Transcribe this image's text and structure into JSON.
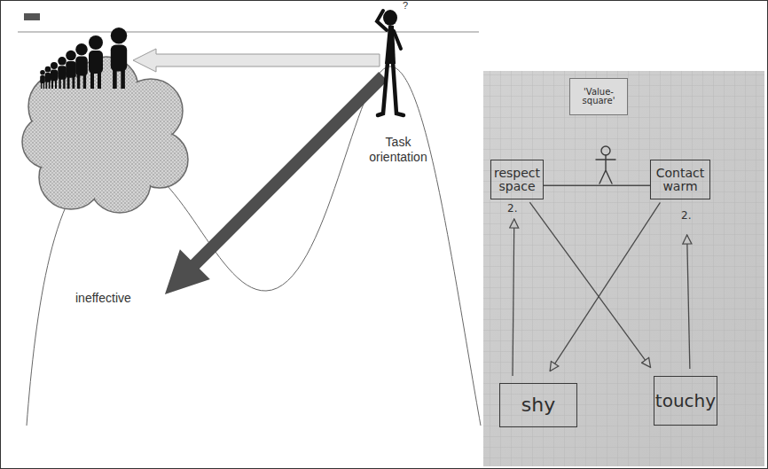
{
  "diagram": {
    "nodes": [
      {
        "text": [
          "'Value-square'"
        ]
      },
      {
        "text": [
          "respect space"
        ]
      },
      {
        "text": [
          "Contact warm"
        ]
      },
      {
        "text": [
          "shy"
        ]
      },
      {
        "text": [
          "touchy"
        ]
      }
    ],
    "edges": [
      {
        "from": 3,
        "to": 1,
        "arrow": "to"
      },
      {
        "from": 4,
        "to": 2,
        "arrow": "to"
      },
      {
        "from": 2,
        "to": 3,
        "arrow": "to"
      },
      {
        "from": 1,
        "to": 4,
        "arrow": "to"
      },
      {
        "from": 1,
        "to": 2,
        "arrow": "none"
      }
    ],
    "labels": [
      "?",
      "Task orientation",
      "ineffective",
      "2.",
      "2."
    ]
  }
}
